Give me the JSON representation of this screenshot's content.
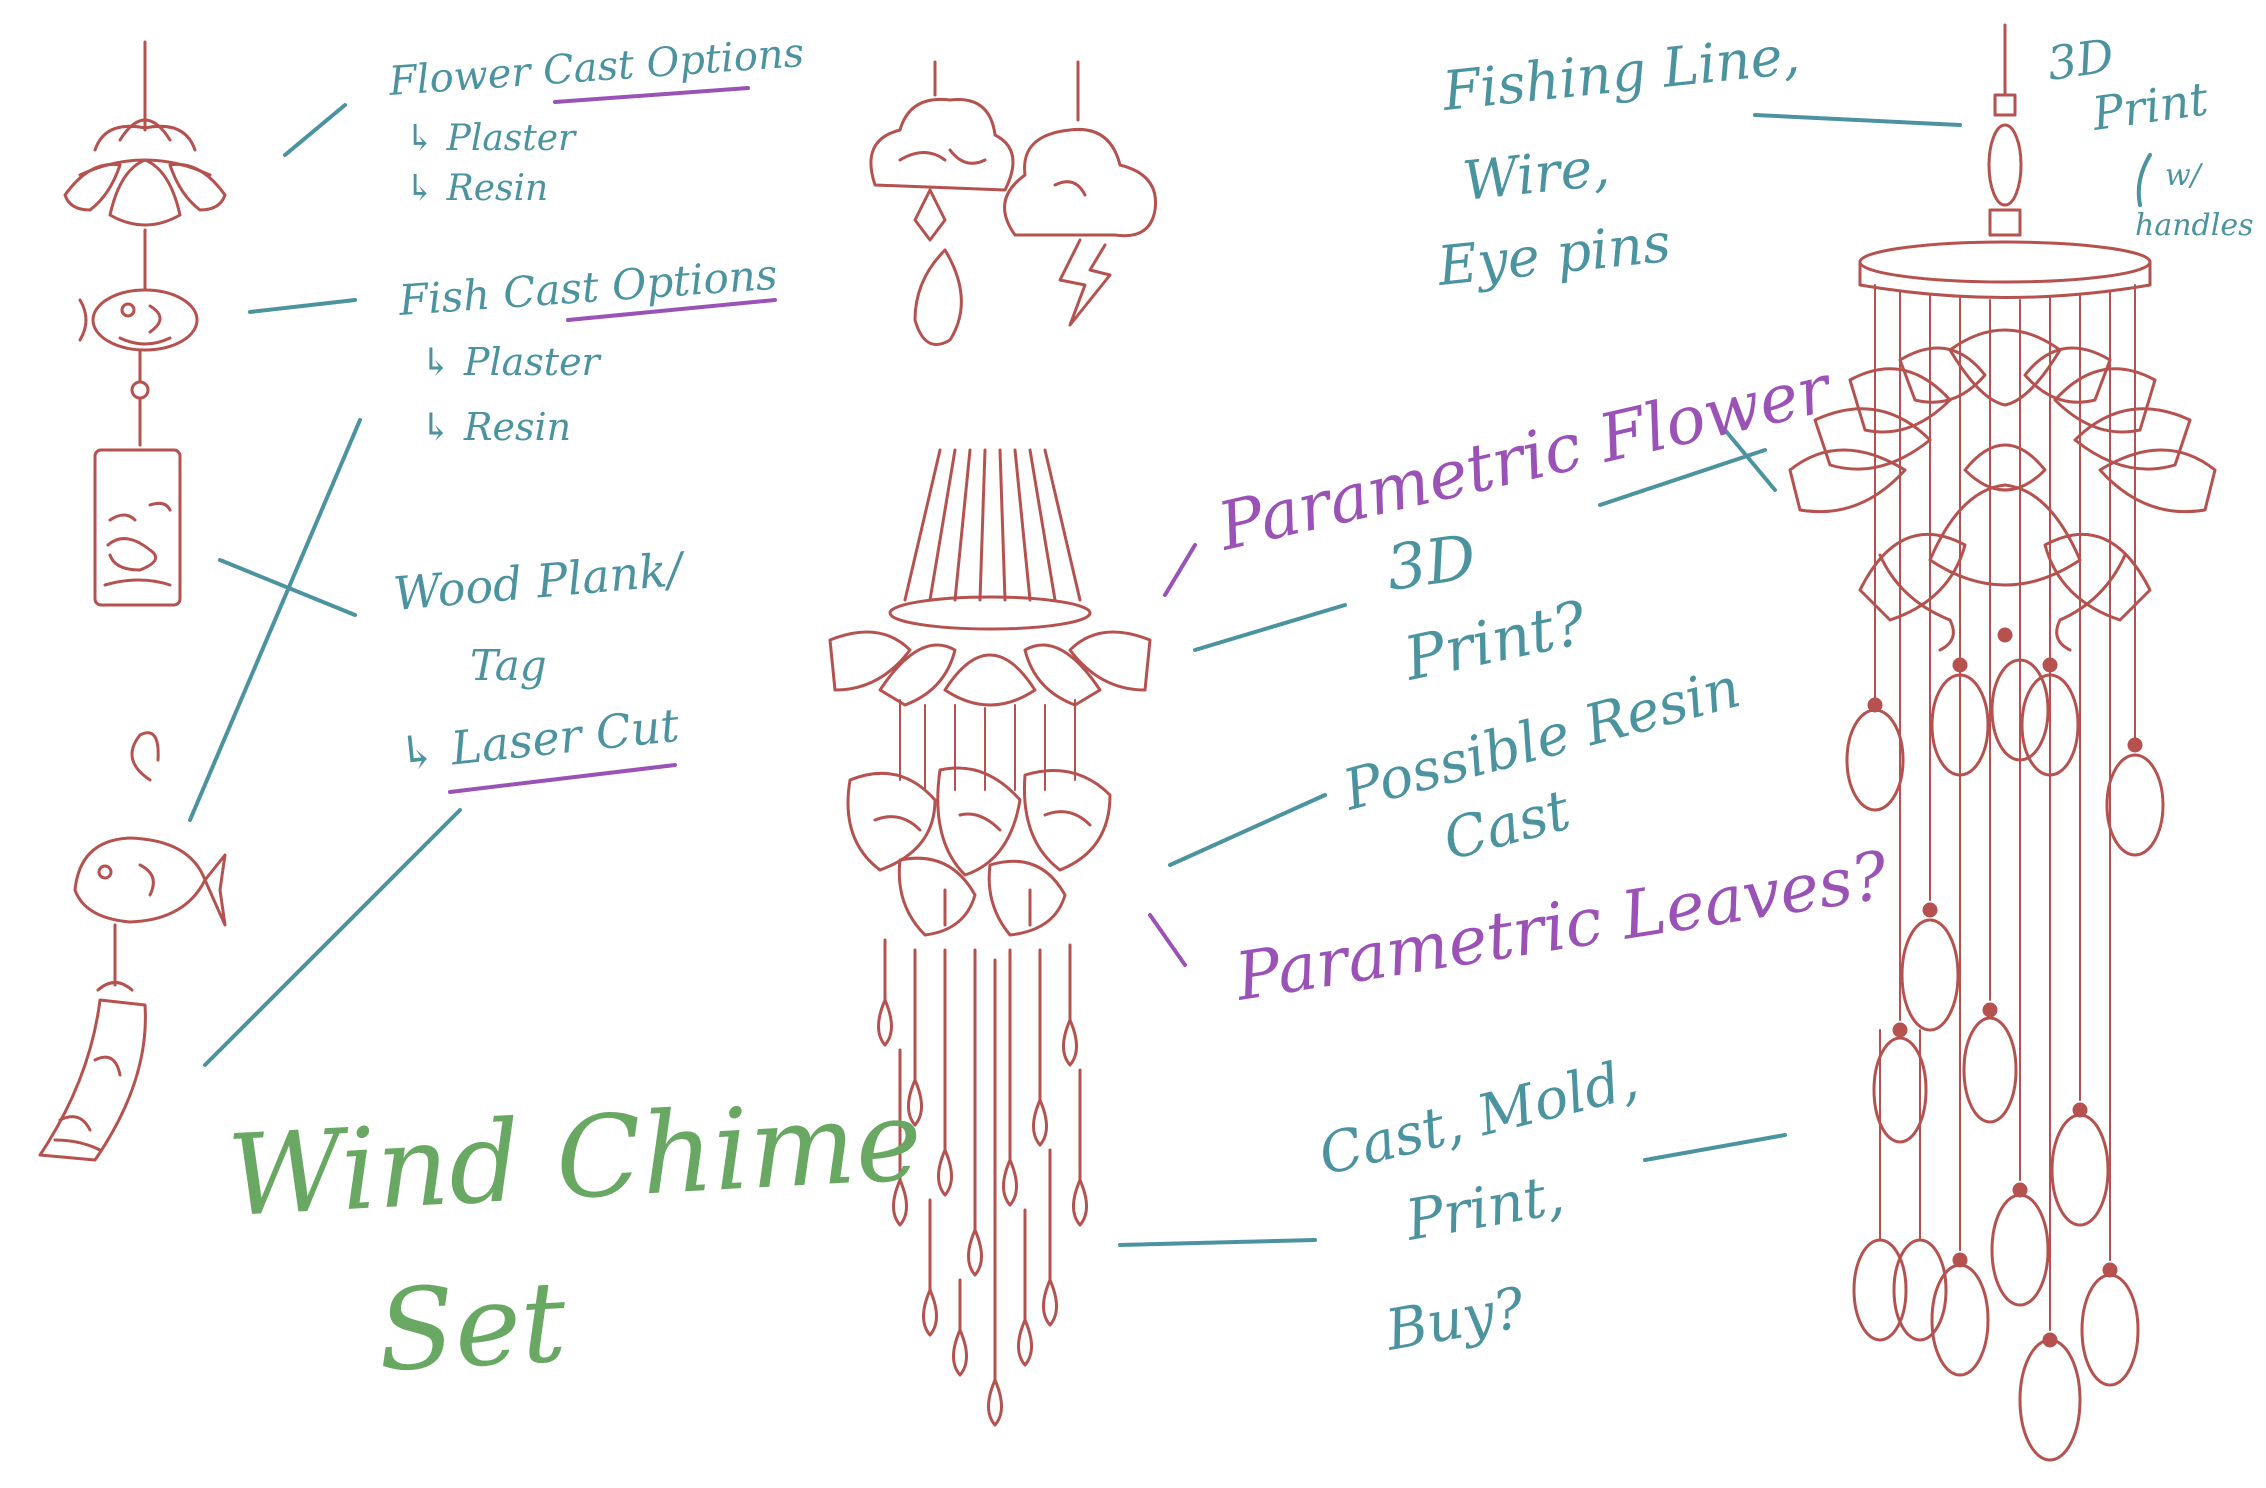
{
  "colors": {
    "sketch": "#b5524f",
    "teal": "#4c93a0",
    "purple": "#9a52b6",
    "green": "#68a862",
    "background": "#ffffff"
  },
  "left_notes": {
    "flower": {
      "title": "Flower Cast Options",
      "opt1": "↳ Plaster",
      "opt2": "↳ Resin"
    },
    "fish": {
      "title": "Fish Cast Options",
      "opt1": "↳ Plaster",
      "opt2": "↳ Resin"
    },
    "wood": {
      "line1": "Wood Plank/",
      "line2": "Tag",
      "opt1": "↳ Laser Cut"
    }
  },
  "title": {
    "line1": "Wind Chime",
    "line2": "Set"
  },
  "middle_notes": {
    "parametric_flower": "Parametric Flower",
    "print_3d": "3D",
    "print_q": "Print?",
    "possible_resin": "Possible Resin",
    "cast": "Cast",
    "parametric_leaves": "Parametric Leaves?"
  },
  "right_notes": {
    "fishing_line": "Fishing Line,",
    "wire": "Wire,",
    "eye_pins": "Eye pins",
    "print3d_a": "3D",
    "print3d_b": "Print",
    "print3d_c": "w/",
    "print3d_d": "handles",
    "cast_mold": "Cast, Mold,",
    "print": "Print,",
    "buy": "Buy?"
  }
}
